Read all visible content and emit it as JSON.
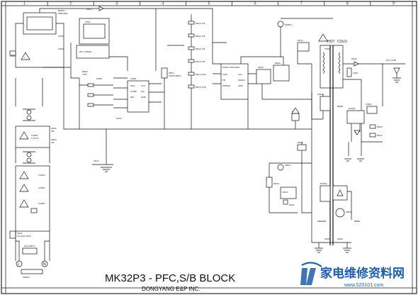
{
  "title": "MK32P3 - PFC,S/B BLOCK",
  "subtitle": "DONGYANG E&P INC.",
  "labels": {
    "hot": "HOT",
    "cold": "COLD",
    "live": "L",
    "neutral": "N"
  },
  "watermark": {
    "text": "家电维修资料网",
    "url": "www.520101.com",
    "color": "#1d5fa8"
  },
  "grid": {
    "ticks": [
      "1",
      "2",
      "3",
      "4",
      "5",
      "6",
      "7",
      "8",
      "9"
    ]
  }
}
